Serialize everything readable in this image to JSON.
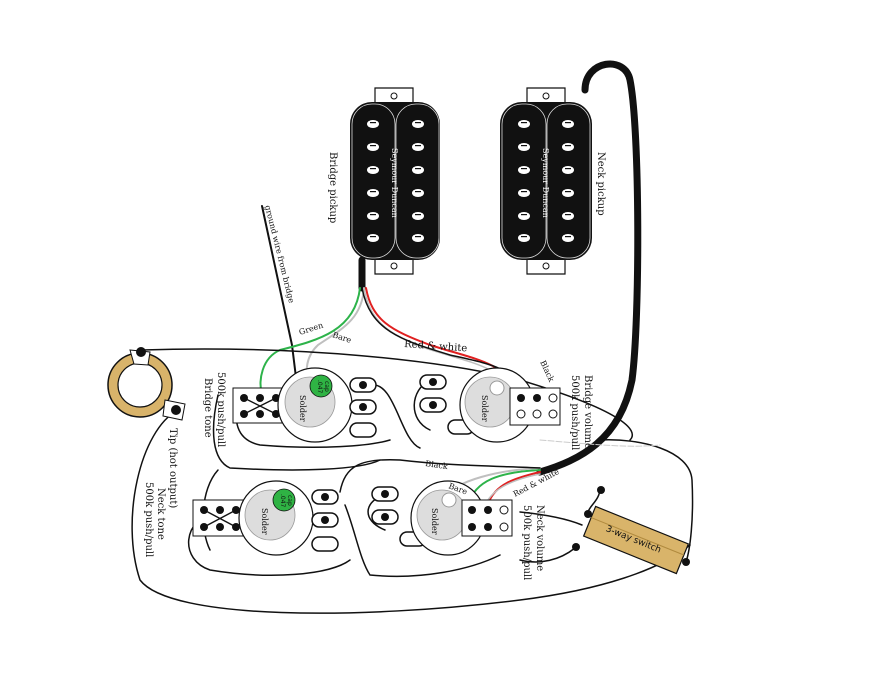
{
  "pickups": {
    "bridge": {
      "label": "Bridge pickup",
      "brand": "Seymour Duncan"
    },
    "neck": {
      "label": "Neck pickup",
      "brand": "Seymour Duncan"
    }
  },
  "wires": {
    "ground_from_bridge": "ground wire from bridge",
    "green": "Green",
    "bare": "Bare",
    "red_white": "Red & white",
    "black_bridge": "Black",
    "black_neck": "Black",
    "bare_neck": "Bare",
    "red_white_neck": "Red & white"
  },
  "pots": {
    "bridge_tone": {
      "line1": "Bridge tone",
      "line2": "500k push/pull",
      "solder": "Solder",
      "cap1": ".047",
      "cap2": "cap"
    },
    "bridge_volume": {
      "line1": "Bridge volume",
      "line2": "500k push/pull",
      "solder": "Solder"
    },
    "neck_tone": {
      "line1": "Neck tone",
      "line2": "500k push/pull",
      "solder": "Solder",
      "cap1": ".047",
      "cap2": "cap"
    },
    "neck_volume": {
      "line1": "Neck volume",
      "line2": "500k push/pull",
      "solder": "Solder"
    }
  },
  "jack": {
    "label": "Tip (hot output)"
  },
  "switch": {
    "label": "3-way switch"
  },
  "colors": {
    "wire_black": "#111111",
    "wire_green": "#2db34a",
    "wire_red": "#e02020",
    "wire_bare": "#bfbfbf",
    "cap_green": "#2fb344",
    "switch_body": "#d9b46a",
    "jack_ring": "#d8b36a"
  }
}
